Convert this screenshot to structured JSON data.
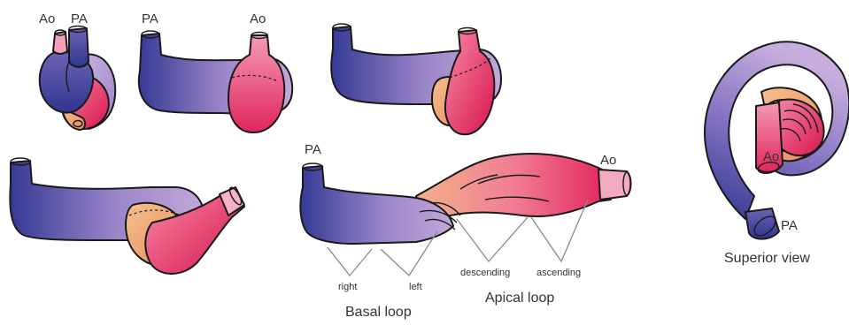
{
  "labels": {
    "ao": "Ao",
    "pa": "PA",
    "right": "right",
    "left": "left",
    "descending": "descending",
    "ascending": "ascending",
    "basal_loop": "Basal loop",
    "apical_loop": "Apical loop",
    "superior_view": "Superior view"
  },
  "colors": {
    "blue": "#3a3f9a",
    "lavender": "#b59ad0",
    "pink": "#f05a88",
    "crimson": "#d8154d",
    "peach": "#efa06c",
    "outline": "#1a1a1a"
  }
}
